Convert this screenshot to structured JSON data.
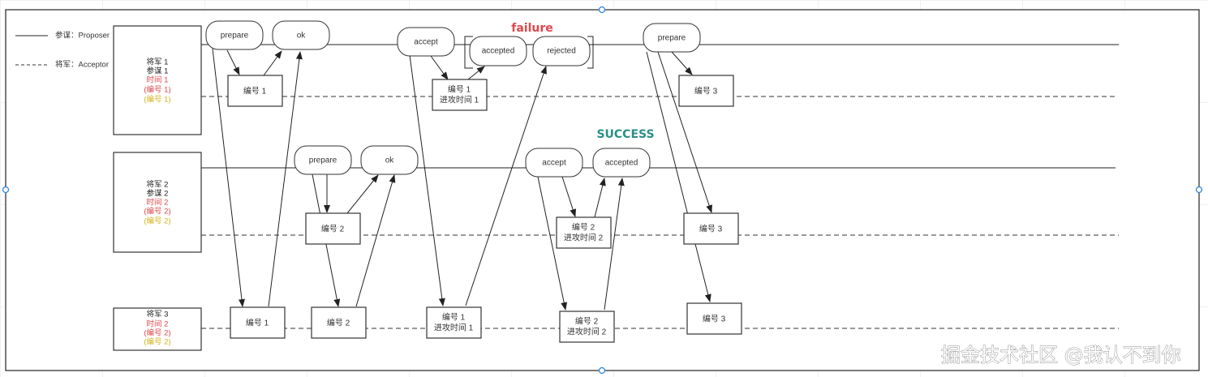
{
  "legend": [
    {
      "style": "solid",
      "label": "参谋：Proposer"
    },
    {
      "style": "dashed",
      "label": "将军：Acceptor"
    }
  ],
  "generals": [
    {
      "id": "g1",
      "lines": [
        {
          "text": "将军 1",
          "color": "#222222"
        },
        {
          "text": "参谋 1",
          "color": "#222222"
        },
        {
          "text": "时间 1",
          "color": "#e0474c"
        },
        {
          "text": "(编号 1)",
          "color": "#e0474c"
        },
        {
          "text": "(编号 1)",
          "color": "#d4b21c"
        }
      ]
    },
    {
      "id": "g2",
      "lines": [
        {
          "text": "将军 2",
          "color": "#222222"
        },
        {
          "text": "参谋 2",
          "color": "#222222"
        },
        {
          "text": "时间 2",
          "color": "#e0474c"
        },
        {
          "text": "(编号 2)",
          "color": "#e0474c"
        },
        {
          "text": "(编号 2)",
          "color": "#d4b21c"
        }
      ]
    },
    {
      "id": "g3",
      "lines": [
        {
          "text": "将军 3",
          "color": "#222222"
        },
        {
          "text": "时间 2",
          "color": "#e0474c"
        },
        {
          "text": "(编号 2)",
          "color": "#e0474c"
        },
        {
          "text": "(编号 2)",
          "color": "#d4b21c"
        }
      ]
    }
  ],
  "messages": [
    {
      "id": "p1-prepare",
      "text": "prepare",
      "shape": "pill"
    },
    {
      "id": "p1-ok",
      "text": "ok",
      "shape": "pill"
    },
    {
      "id": "p1-accept",
      "text": "accept",
      "shape": "pill"
    },
    {
      "id": "p1-accepted",
      "text": "accepted",
      "shape": "pill"
    },
    {
      "id": "p1-rejected",
      "text": "rejected",
      "shape": "pill"
    },
    {
      "id": "p1-prepare3",
      "text": "prepare",
      "shape": "pill"
    },
    {
      "id": "p2-prepare",
      "text": "prepare",
      "shape": "pill"
    },
    {
      "id": "p2-ok",
      "text": "ok",
      "shape": "pill"
    },
    {
      "id": "p2-accept",
      "text": "accept",
      "shape": "pill"
    },
    {
      "id": "p2-accepted",
      "text": "accepted",
      "shape": "pill"
    }
  ],
  "states": [
    {
      "id": "a1-n1",
      "lines": [
        "编号 1"
      ]
    },
    {
      "id": "a1-n1t1",
      "lines": [
        "编号 1",
        "进攻时间 1"
      ]
    },
    {
      "id": "a1-n3",
      "lines": [
        "编号 3"
      ]
    },
    {
      "id": "a2-n2",
      "lines": [
        "编号 2"
      ]
    },
    {
      "id": "a2-n2t2",
      "lines": [
        "编号 2",
        "进攻时间 2"
      ]
    },
    {
      "id": "a2-n3",
      "lines": [
        "编号 3"
      ]
    },
    {
      "id": "a3-n1",
      "lines": [
        "编号 1"
      ]
    },
    {
      "id": "a3-n2",
      "lines": [
        "编号 2"
      ]
    },
    {
      "id": "a3-n1t1",
      "lines": [
        "编号 1",
        "进攻时间 1"
      ]
    },
    {
      "id": "a3-n2t2",
      "lines": [
        "编号 2",
        "进攻时间 2"
      ]
    },
    {
      "id": "a3-n3",
      "lines": [
        "编号 3"
      ]
    }
  ],
  "annotations": {
    "failure": {
      "text": "failure",
      "color": "#e0474c"
    },
    "success": {
      "text": "SUCCESS",
      "color": "#2a8f85"
    }
  },
  "watermark": "掘金技术社区 @我认不到你"
}
